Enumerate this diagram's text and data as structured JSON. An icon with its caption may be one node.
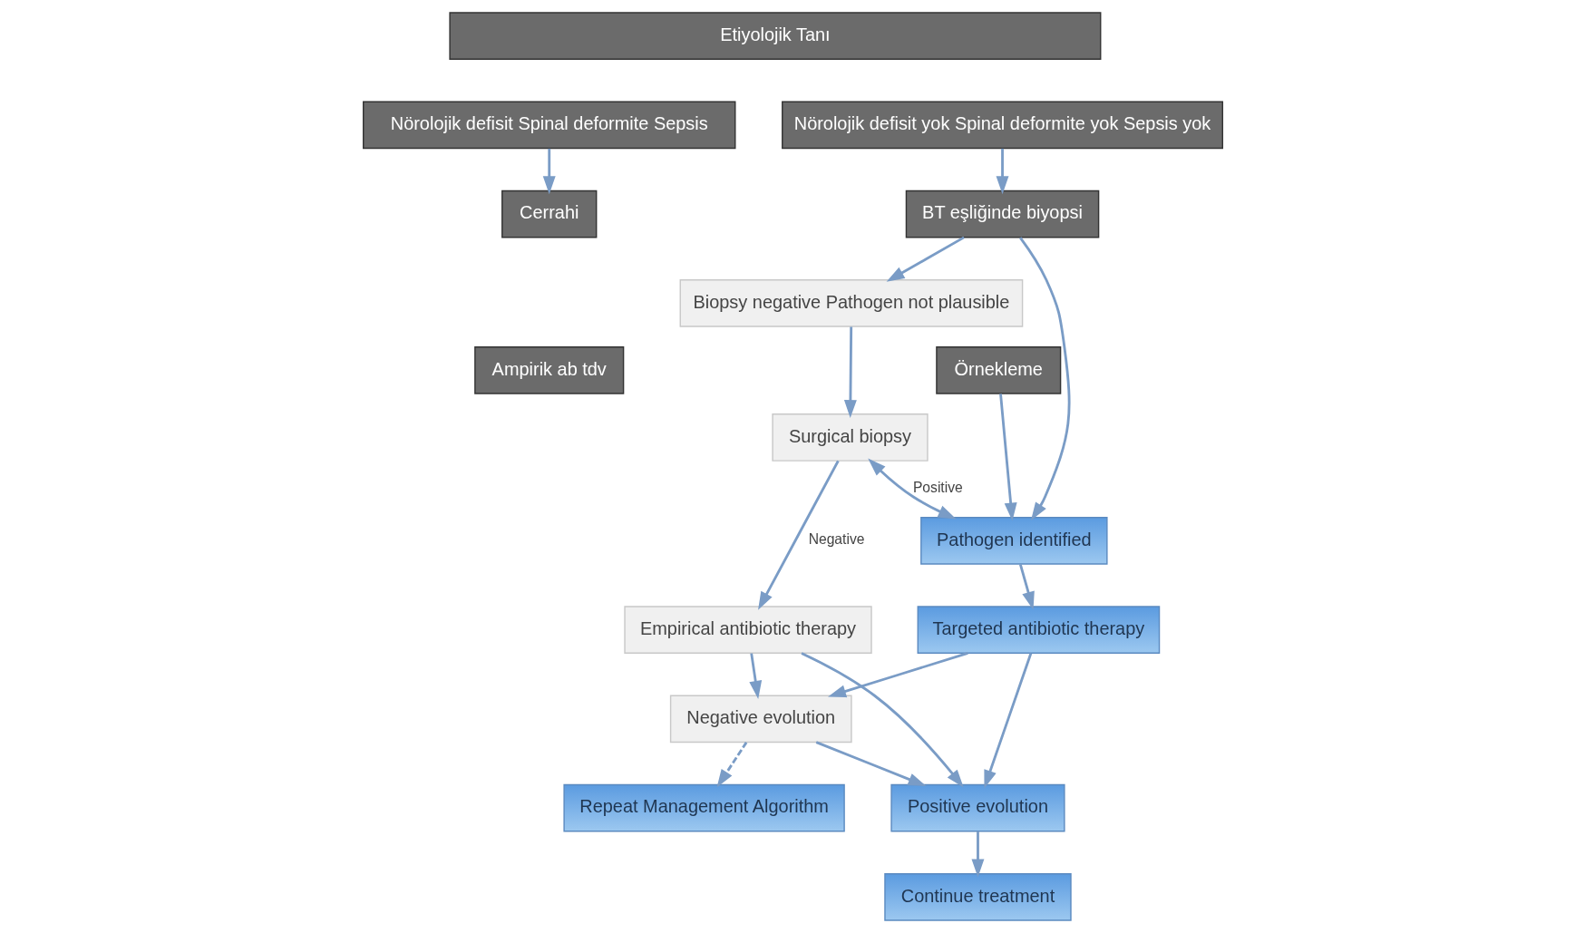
{
  "diagram": {
    "nodes": [
      {
        "text": [
          "Etiyolojik Tanı"
        ]
      },
      {
        "text": [
          "Nörolojik defisit Spinal deformite Sepsis"
        ]
      },
      {
        "text": [
          "Nörolojik defisit yok Spinal deformite yok Sepsis yok"
        ]
      },
      {
        "text": [
          "Cerrahi"
        ]
      },
      {
        "text": [
          "Ampirik ab tdv"
        ]
      },
      {
        "text": [
          "Örnekleme"
        ]
      },
      {
        "text": [
          "BT eşliğinde biyopsi"
        ]
      },
      {
        "text": [
          "Pathogen identified"
        ]
      },
      {
        "text": [
          "Biopsy negative Pathogen not plausible"
        ]
      },
      {
        "text": [
          "Surgical biopsy"
        ]
      },
      {
        "text": [
          "Targeted antibiotic therapy"
        ]
      },
      {
        "text": [
          "Empirical antibiotic therapy"
        ]
      },
      {
        "text": [
          "Repeat Management Algorithm"
        ]
      },
      {
        "text": [
          "Negative evolution"
        ]
      },
      {
        "text": [
          "Positive evolution"
        ]
      },
      {
        "text": [
          "Continue treatment"
        ]
      }
    ],
    "edges": [
      {
        "from": 1,
        "to": 3,
        "arrow": "to"
      },
      {
        "from": 2,
        "to": 6,
        "arrow": "to"
      },
      {
        "from": 6,
        "to": 7,
        "arrow": "to"
      },
      {
        "from": 6,
        "to": 8,
        "arrow": "to"
      },
      {
        "from": 5,
        "to": 7,
        "arrow": "to"
      },
      {
        "from": 7,
        "to": 10,
        "arrow": "to"
      },
      {
        "from": 8,
        "to": 9,
        "arrow": "to"
      },
      {
        "from": 9,
        "to": 7,
        "arrow": "both",
        "label": "Positive"
      },
      {
        "from": 9,
        "to": 11,
        "arrow": "to",
        "label": "Negative"
      },
      {
        "from": 10,
        "to": 13,
        "arrow": "to"
      },
      {
        "from": 11,
        "to": 13,
        "arrow": "to"
      },
      {
        "from": 13,
        "to": 12,
        "arrow": "to",
        "style": "dashed"
      },
      {
        "from": 13,
        "to": 14,
        "arrow": "to"
      },
      {
        "from": 10,
        "to": 14,
        "arrow": "to"
      },
      {
        "from": 11,
        "to": 14,
        "arrow": "to"
      },
      {
        "from": 14,
        "to": 15,
        "arrow": "to"
      }
    ]
  }
}
